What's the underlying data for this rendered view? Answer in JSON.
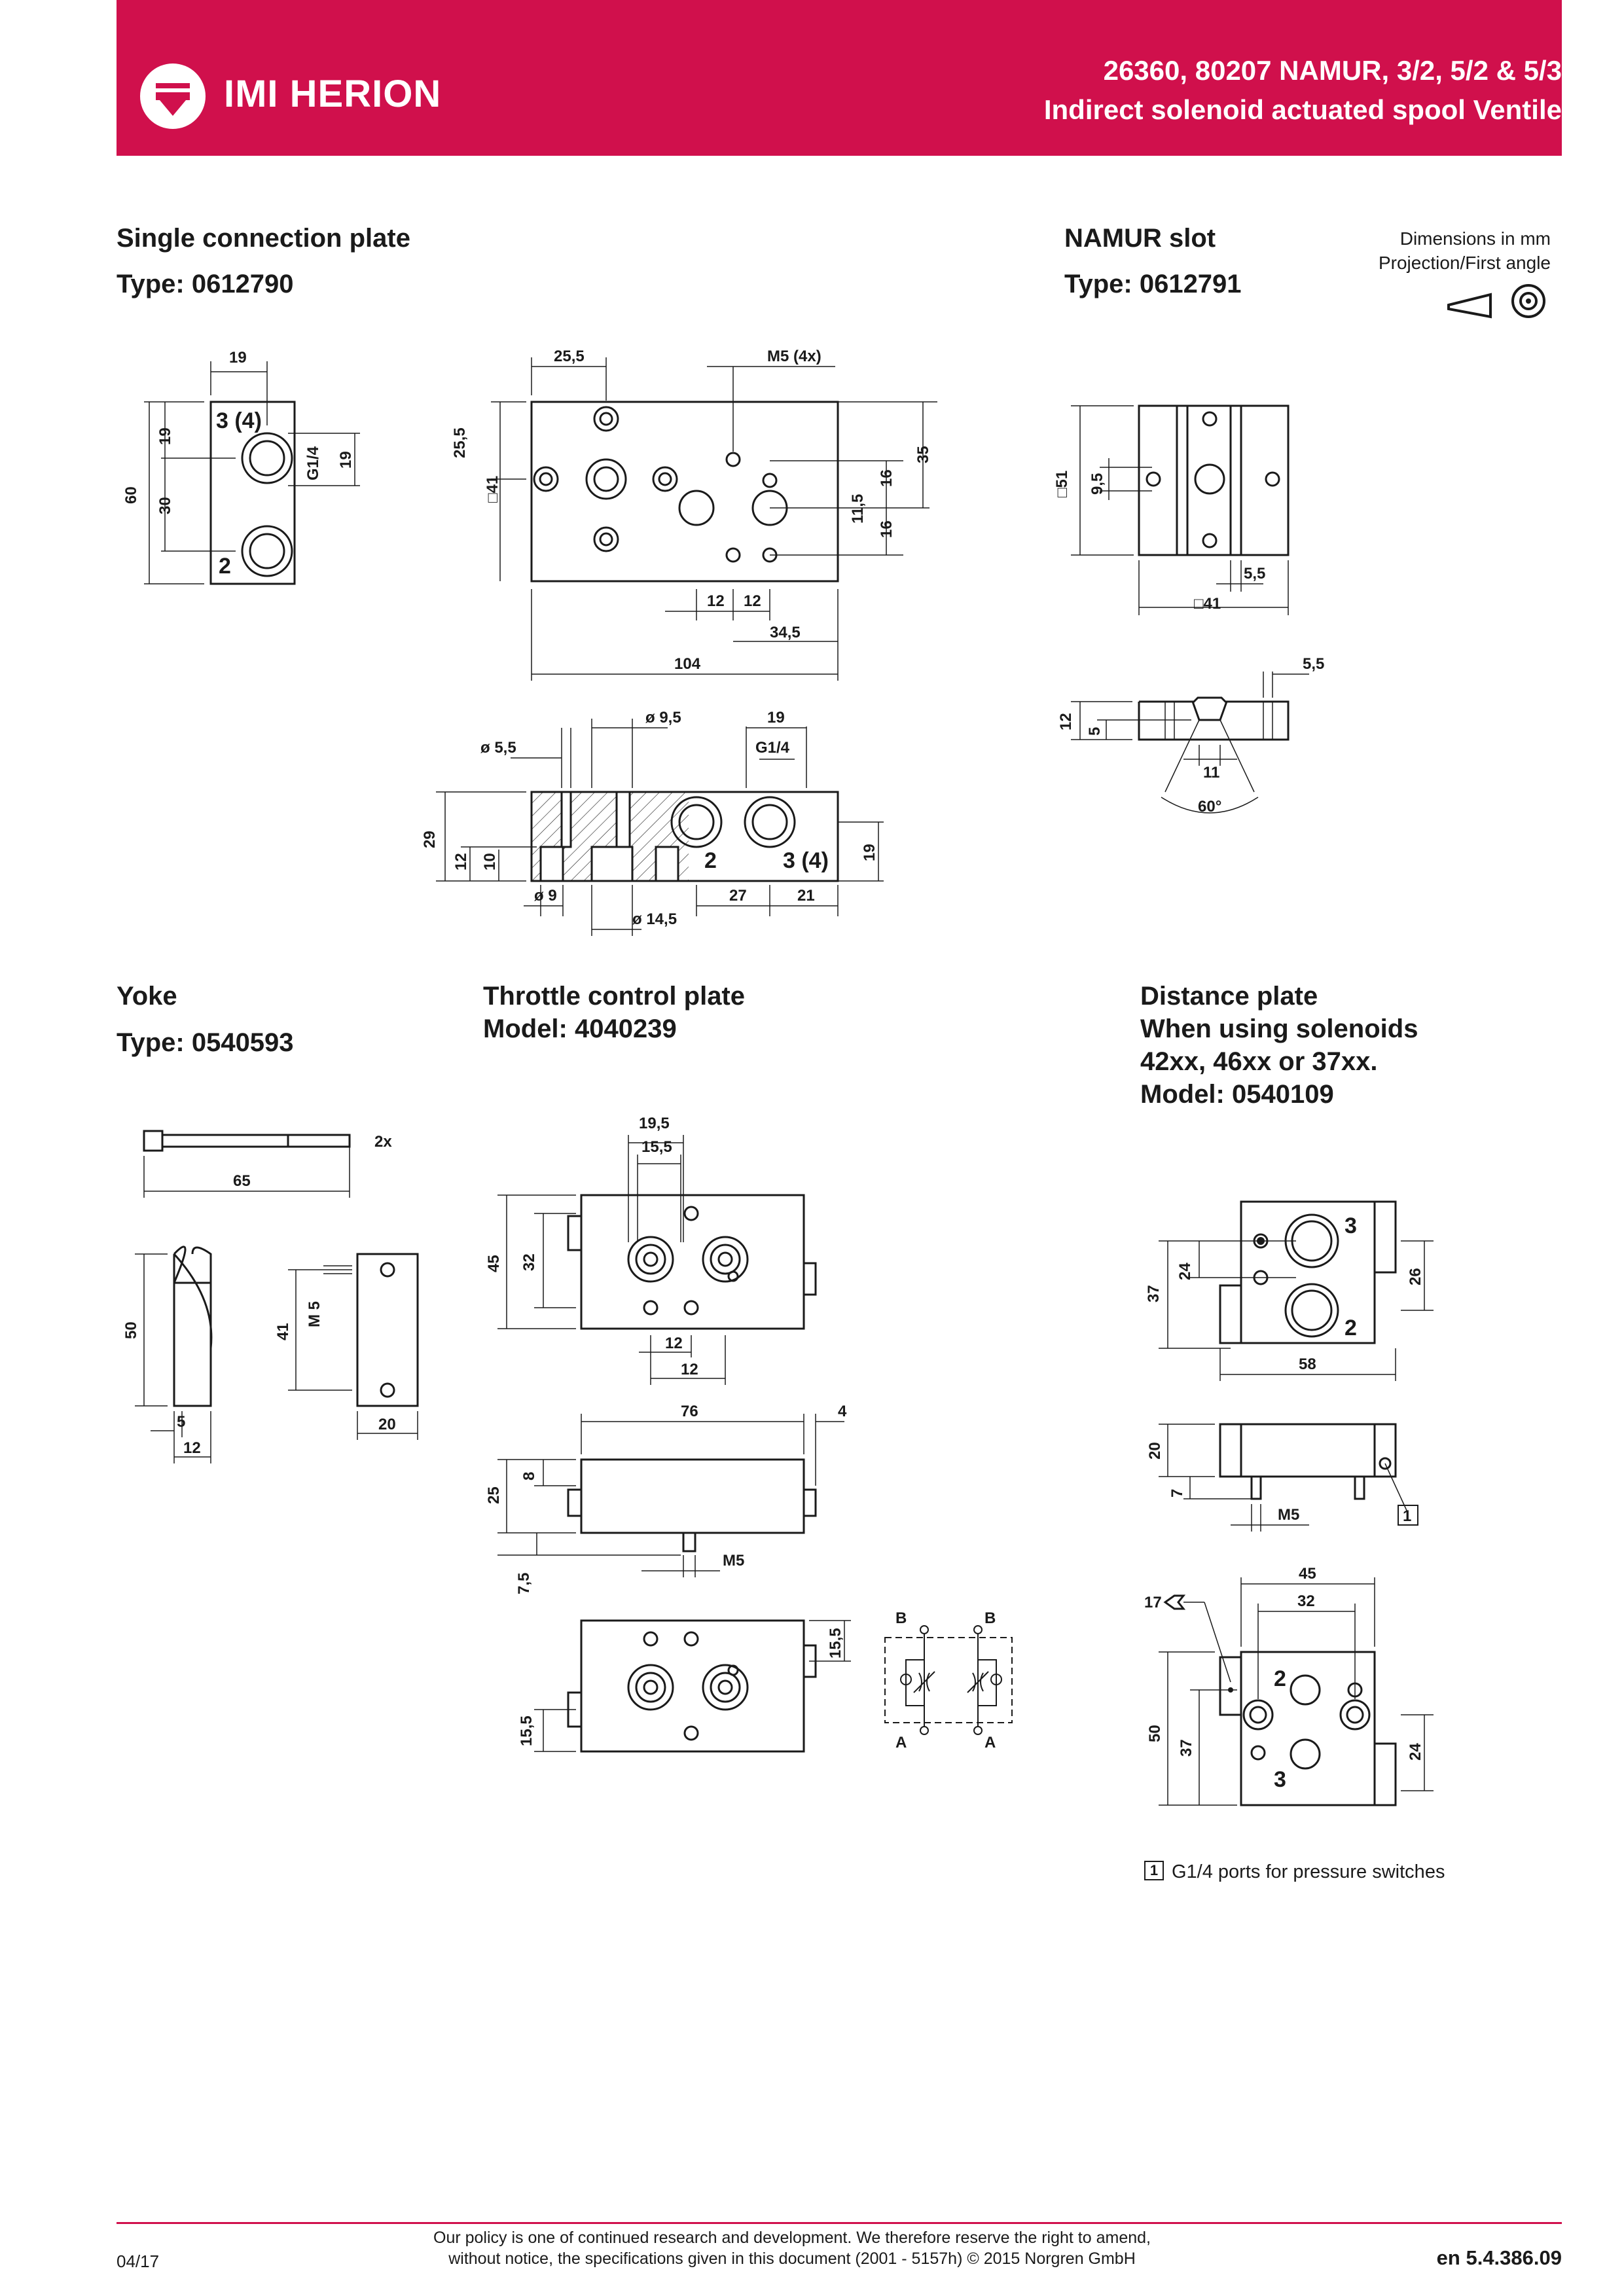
{
  "header": {
    "brand": "IMI HERION",
    "title": "26360, 80207 NAMUR, 3/2, 5/2 & 5/3",
    "subtitle": "Indirect solenoid actuated spool Ventile",
    "color": "#d0104c"
  },
  "notes": {
    "units": "Dimensions in mm",
    "projection": "Projection/First angle"
  },
  "sections": {
    "single": {
      "title": "Single connection plate",
      "type": "Type: 0612790"
    },
    "namur": {
      "title": "NAMUR slot",
      "type": "Type: 0612791"
    },
    "yoke": {
      "title": "Yoke",
      "type": "Type: 0540593"
    },
    "throttle": {
      "title": "Throttle control plate",
      "model": "Model: 4040239"
    },
    "distance": {
      "title": "Distance plate",
      "line2": "When using solenoids",
      "line3": "42xx, 46xx or 37xx.",
      "model": "Model: 0540109"
    }
  },
  "dims": {
    "single_side": {
      "w19": "19",
      "h19": "19",
      "h30": "30",
      "h60": "60",
      "g14": "G1/4",
      "r19": "19",
      "p34": "3 (4)",
      "p2": "2"
    },
    "single_top": {
      "d255": "25,5",
      "m5": "M5 (4x)",
      "v255": "25,5",
      "sq41": "□41",
      "d16a": "16",
      "d115": "11,5",
      "d16b": "16",
      "d35": "35",
      "d12a": "12",
      "d12b": "12",
      "d345": "34,5",
      "d104": "104"
    },
    "single_sec": {
      "d95": "ø 9,5",
      "d55": "ø 5,5",
      "d19": "19",
      "g14": "G1/4",
      "h29": "29",
      "h12": "12",
      "h10": "10",
      "r19": "19",
      "p2": "2",
      "p34": "3 (4)",
      "d9": "ø 9",
      "d27": "27",
      "d21": "21",
      "d145": "ø 14,5"
    },
    "namur_top": {
      "sq51": "□51",
      "d95": "9,5",
      "d55": "5,5",
      "sq41": "□41"
    },
    "namur_side": {
      "d55": "5,5",
      "h12": "12",
      "h5": "5",
      "w11": "11",
      "a60": "60°"
    },
    "yoke": {
      "qty": "2x",
      "d65": "65",
      "h50": "50",
      "h41": "41",
      "m5": "M 5",
      "w5": "5",
      "w12": "12",
      "w20": "20"
    },
    "throttle_top": {
      "d195": "19,5",
      "d155": "15,5",
      "h45": "45",
      "h32": "32",
      "w12a": "12",
      "w12b": "12"
    },
    "throttle_side": {
      "d76": "76",
      "d4": "4",
      "h25": "25",
      "h8": "8",
      "h75": "7,5",
      "m5": "M5"
    },
    "throttle_bot": {
      "r155": "15,5",
      "l155": "15,5",
      "b1": "B",
      "b2": "B",
      "a1": "A",
      "a2": "A"
    },
    "distance_top": {
      "h37": "37",
      "h24": "24",
      "r26": "26",
      "w58": "58",
      "p3": "3",
      "p2": "2"
    },
    "distance_side": {
      "h20": "20",
      "h7": "7",
      "m5": "M5",
      "callout": "1"
    },
    "distance_bot": {
      "w45": "45",
      "w32": "32",
      "wrench": "17",
      "h50": "50",
      "h37": "37",
      "r24": "24",
      "p2": "2",
      "p3": "3"
    }
  },
  "footnote": {
    "number": "1",
    "text": "G1/4 ports for pressure switches"
  },
  "footer": {
    "date": "04/17",
    "policy": "Our policy is one of continued research and development. We therefore reserve the right to amend, without notice, the specifications given in this document (2001 - 5157h) © 2015 Norgren GmbH",
    "code": "en 5.4.386.09"
  }
}
